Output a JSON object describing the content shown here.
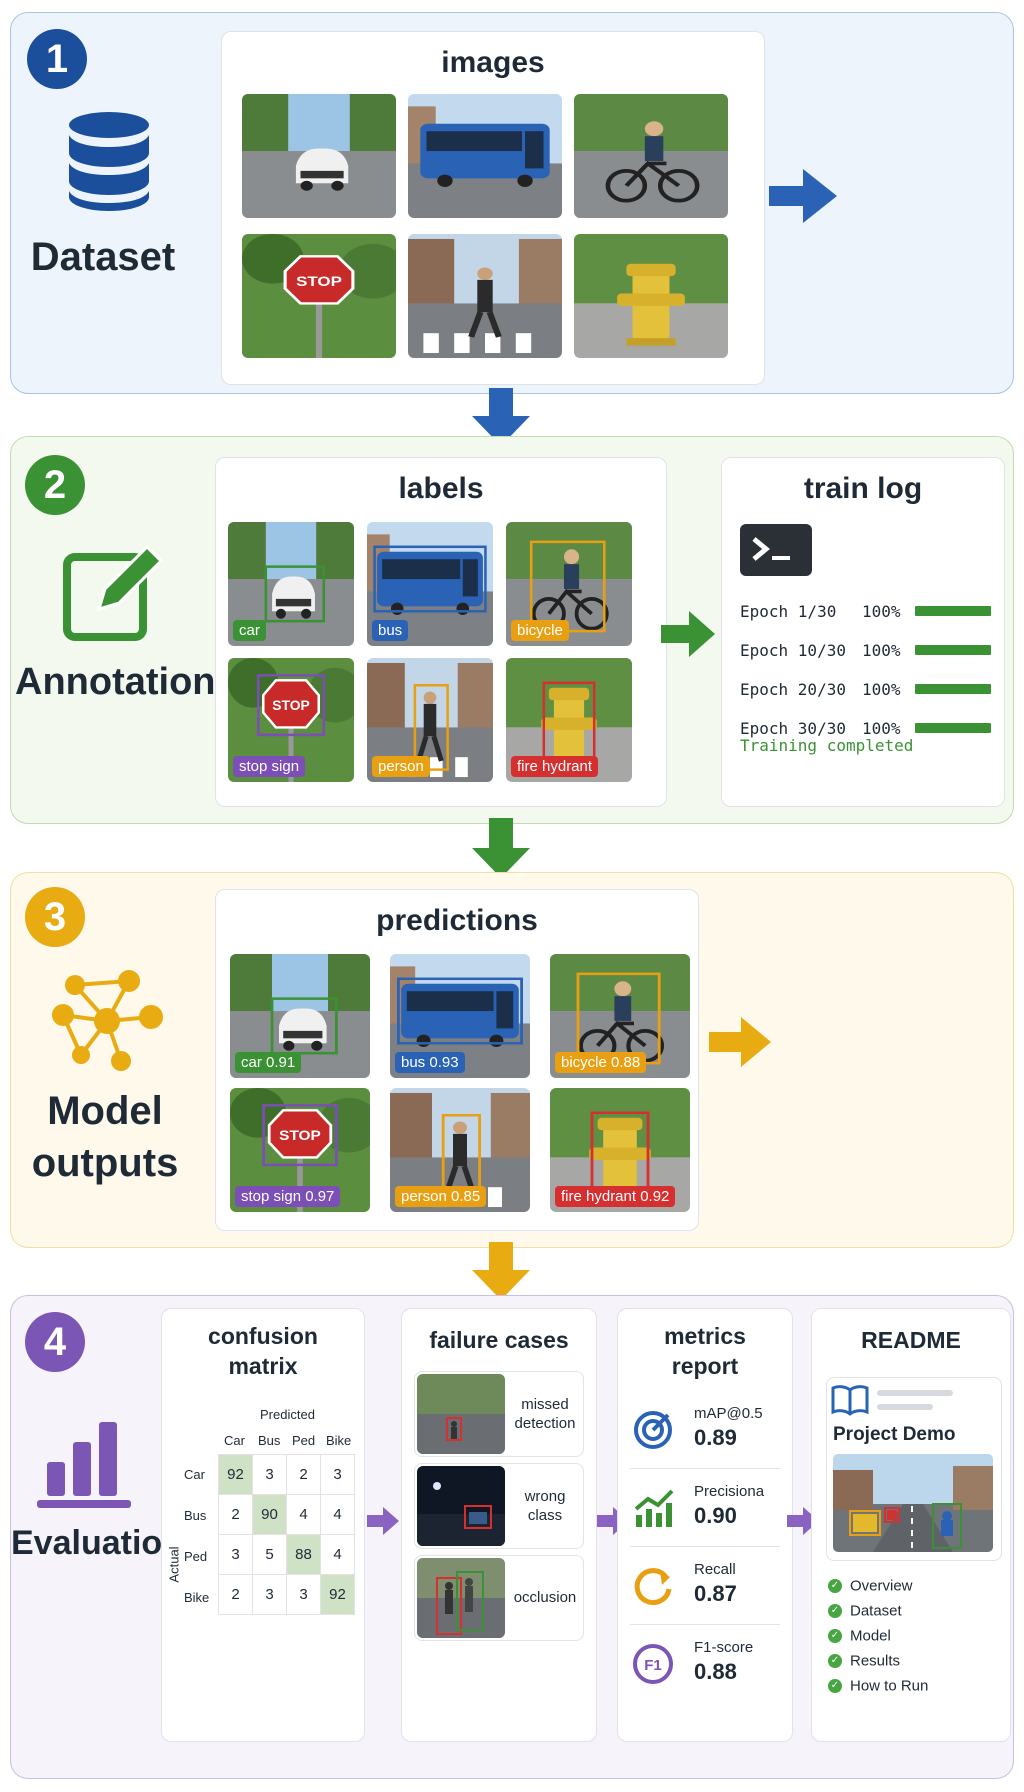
{
  "steps": [
    {
      "number": "1",
      "label": "Dataset",
      "color": "#1b4f9c"
    },
    {
      "number": "2",
      "label": "Annotation",
      "color": "#3a9234"
    },
    {
      "number": "3",
      "label": "Model outputs",
      "color": "#e8ab12"
    },
    {
      "number": "4",
      "label": "Evaluation",
      "color": "#7b56b5"
    }
  ],
  "dataset": {
    "title": "images",
    "thumbs": [
      "car",
      "bus",
      "bicycle",
      "stop sign",
      "person",
      "fire hydrant"
    ]
  },
  "annotation": {
    "title": "labels",
    "labels": [
      "car",
      "bus",
      "bicycle",
      "stop sign",
      "person",
      "fire hydrant"
    ],
    "label_colors": [
      "#3a9234",
      "#2a63b5",
      "#e8a012",
      "#7b4fb5",
      "#e8a012",
      "#d62f2f"
    ]
  },
  "train_log": {
    "title": "train log",
    "terminal_icon": "terminal-icon",
    "rows": [
      {
        "epoch": "Epoch 1/30",
        "pct": "100%",
        "progress": 1.0
      },
      {
        "epoch": "Epoch 10/30",
        "pct": "100%",
        "progress": 1.0
      },
      {
        "epoch": "Epoch 20/30",
        "pct": "100%",
        "progress": 1.0
      },
      {
        "epoch": "Epoch 30/30",
        "pct": "100%",
        "progress": 1.0
      }
    ],
    "status": "Training completed"
  },
  "predictions": {
    "title": "predictions",
    "labels": [
      "car 0.91",
      "bus 0.93",
      "bicycle 0.88",
      "stop sign 0.97",
      "person 0.85",
      "fire hydrant 0.92"
    ]
  },
  "confusion": {
    "title_line1": "confusion",
    "title_line2": "matrix",
    "predicted_label": "Predicted",
    "actual_label": "Actual",
    "classes": [
      "Car",
      "Bus",
      "Ped",
      "Bike"
    ],
    "matrix": [
      [
        92,
        3,
        2,
        3
      ],
      [
        2,
        90,
        4,
        4
      ],
      [
        3,
        5,
        88,
        4
      ],
      [
        2,
        3,
        3,
        92
      ]
    ]
  },
  "failures": {
    "title": "failure cases",
    "items": [
      "missed detection",
      "wrong class",
      "occlusion"
    ]
  },
  "metrics": {
    "title_line1": "metrics",
    "title_line2": "report",
    "items": [
      {
        "name": "mAP@0.5",
        "value": "0.89",
        "icon": "target-icon"
      },
      {
        "name": "Precisiona",
        "value": "0.90",
        "icon": "chart-up-icon"
      },
      {
        "name": "Recall",
        "value": "0.87",
        "icon": "refresh-icon"
      },
      {
        "name": "F1-score",
        "value": "0.88",
        "icon": "f1-icon"
      }
    ]
  },
  "readme": {
    "title": "README",
    "project": "Project Demo",
    "items": [
      "Overview",
      "Dataset",
      "Model",
      "Results",
      "How to Run"
    ]
  }
}
